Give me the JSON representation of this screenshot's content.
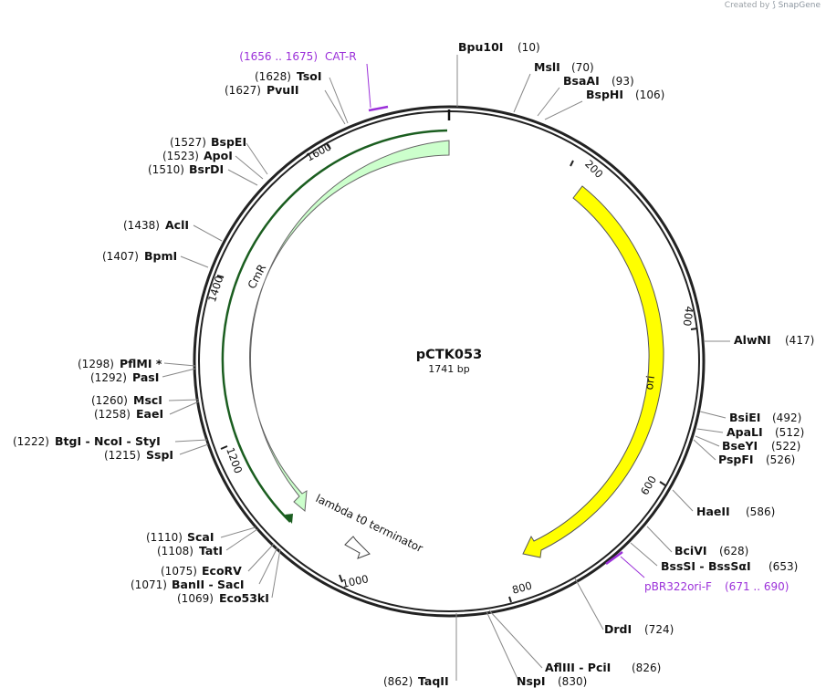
{
  "attribution": {
    "prefix": "Created by",
    "brand": "SnapGene"
  },
  "plasmid": {
    "name": "pCTK053",
    "length_label": "1741 bp"
  },
  "colors": {
    "ori": "#ffff00",
    "cmr": "#ccffcc",
    "cmr_line": "#1b5e20",
    "primer": "#9b30d9",
    "backbone": "#222222"
  },
  "ticks": [
    "200",
    "400",
    "600",
    "800",
    "1000",
    "1200",
    "1400",
    "1600"
  ],
  "features": [
    {
      "id": "ori",
      "label": "ori",
      "type": "rep-origin"
    },
    {
      "id": "cmr",
      "label": "CmR",
      "type": "cds"
    },
    {
      "id": "terminator",
      "label": "lambda t0 terminator",
      "type": "terminator"
    }
  ],
  "primers": [
    {
      "id": "cat-r",
      "name": "CAT-R",
      "range": "(1656 .. 1675)"
    },
    {
      "id": "pbr322ori-f",
      "name": "pBR322ori-F",
      "range": "(671 .. 690)"
    }
  ],
  "enzymes": [
    {
      "name": "Bpu10I",
      "pos": "(10)"
    },
    {
      "name": "MslI",
      "pos": "(70)"
    },
    {
      "name": "BsaAI",
      "pos": "(93)"
    },
    {
      "name": "BspHI",
      "pos": "(106)"
    },
    {
      "name": "AlwNI",
      "pos": "(417)"
    },
    {
      "name": "BsiEI",
      "pos": "(492)"
    },
    {
      "name": "ApaLI",
      "pos": "(512)"
    },
    {
      "name": "BseYI",
      "pos": "(522)"
    },
    {
      "name": "PspFI",
      "pos": "(526)"
    },
    {
      "name": "HaeII",
      "pos": "(586)"
    },
    {
      "name": "BciVI",
      "pos": "(628)"
    },
    {
      "name": "BssSI - BssSαI",
      "pos": "(653)"
    },
    {
      "name": "DrdI",
      "pos": "(724)"
    },
    {
      "name": "AflIII - PciI",
      "pos": "(826)"
    },
    {
      "name": "NspI",
      "pos": "(830)"
    },
    {
      "name": "TaqII",
      "pos": "(862)"
    },
    {
      "name": "Eco53kI",
      "pos": "(1069)"
    },
    {
      "name": "BanII - SacI",
      "pos": "(1071)"
    },
    {
      "name": "EcoRV",
      "pos": "(1075)"
    },
    {
      "name": "TatI",
      "pos": "(1108)"
    },
    {
      "name": "ScaI",
      "pos": "(1110)"
    },
    {
      "name": "SspI",
      "pos": "(1215)"
    },
    {
      "name": "BtgI - NcoI - StyI",
      "pos": "(1222)"
    },
    {
      "name": "EaeI",
      "pos": "(1258)"
    },
    {
      "name": "MscI",
      "pos": "(1260)"
    },
    {
      "name": "PasI",
      "pos": "(1292)"
    },
    {
      "name": "PflMI *",
      "pos": "(1298)"
    },
    {
      "name": "BpmI",
      "pos": "(1407)"
    },
    {
      "name": "AclI",
      "pos": "(1438)"
    },
    {
      "name": "BsrDI",
      "pos": "(1510)"
    },
    {
      "name": "ApoI",
      "pos": "(1523)"
    },
    {
      "name": "BspEI",
      "pos": "(1527)"
    },
    {
      "name": "PvuII",
      "pos": "(1627)"
    },
    {
      "name": "TsoI",
      "pos": "(1628)"
    }
  ]
}
